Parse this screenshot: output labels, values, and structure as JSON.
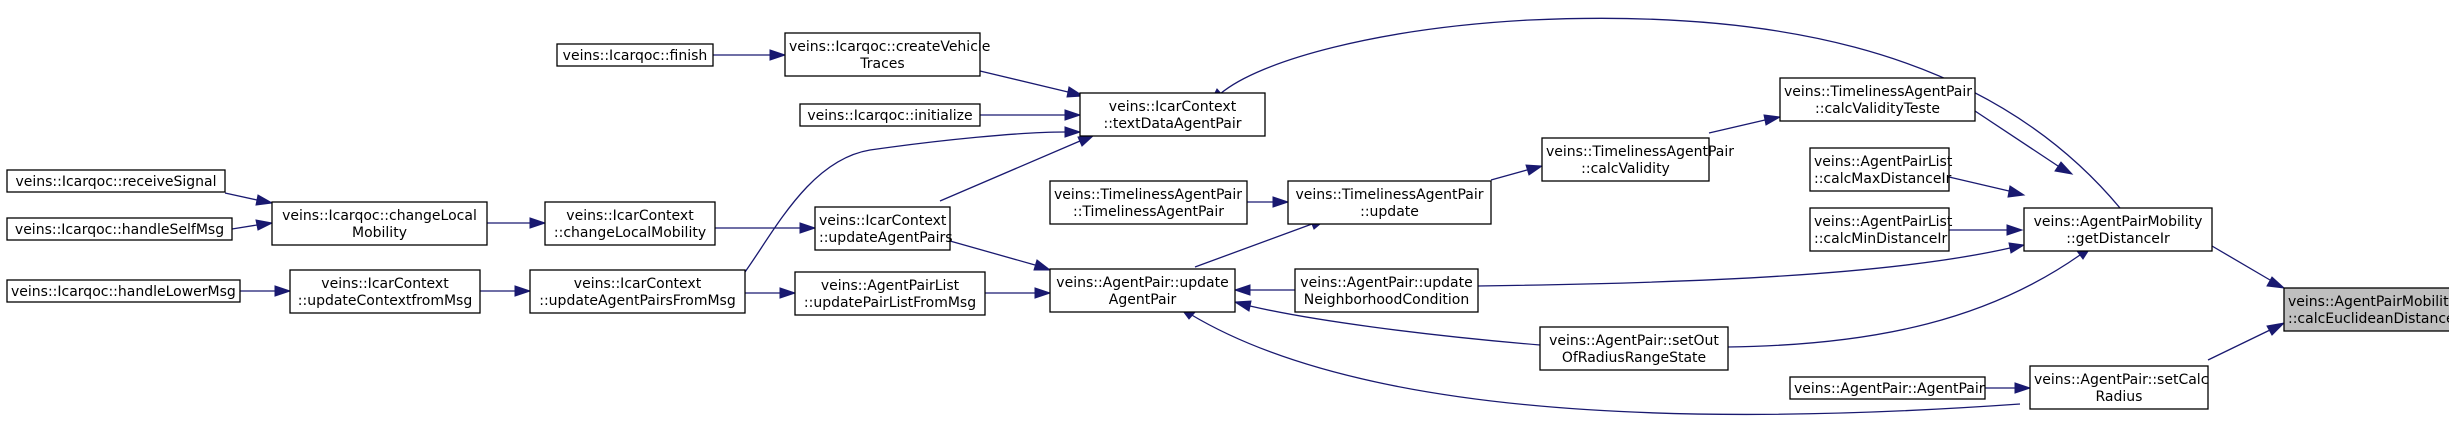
{
  "diagram": {
    "type": "call-graph",
    "colors": {
      "edge": "#191970",
      "node_border": "#000000",
      "node_fill": "#ffffff",
      "target_fill": "#bfbfbf"
    },
    "nodes": [
      {
        "id": "target",
        "lines": [
          "veins::AgentPairMobility",
          "::calcEuclideanDistanceIr"
        ],
        "target": true
      },
      {
        "id": "getDistance",
        "lines": [
          "veins::AgentPairMobility",
          "::getDistanceIr"
        ]
      },
      {
        "id": "setCalcRadius",
        "lines": [
          "veins::AgentPair::setCalc",
          "Radius"
        ]
      },
      {
        "id": "calcValidityTeste",
        "lines": [
          "veins::TimelinessAgentPair",
          "::calcValidityTeste"
        ]
      },
      {
        "id": "calcMax",
        "lines": [
          "veins::AgentPairList",
          "::calcMaxDistanceIr"
        ]
      },
      {
        "id": "calcMin",
        "lines": [
          "veins::AgentPairList",
          "::calcMinDistanceIr"
        ]
      },
      {
        "id": "agentPairCtor",
        "lines": [
          "veins::AgentPair::AgentPair"
        ]
      },
      {
        "id": "calcValidity",
        "lines": [
          "veins::TimelinessAgentPair",
          "::calcValidity"
        ]
      },
      {
        "id": "setOut",
        "lines": [
          "veins::AgentPair::setOut",
          "OfRadiusRangeState"
        ]
      },
      {
        "id": "tlUpdate",
        "lines": [
          "veins::TimelinessAgentPair",
          "::update"
        ]
      },
      {
        "id": "updNeighborhood",
        "lines": [
          "veins::AgentPair::update",
          "NeighborhoodCondition"
        ]
      },
      {
        "id": "tlCtor",
        "lines": [
          "veins::TimelinessAgentPair",
          "::TimelinessAgentPair"
        ]
      },
      {
        "id": "updAgentPair",
        "lines": [
          "veins::AgentPair::update",
          "AgentPair"
        ]
      },
      {
        "id": "textData",
        "lines": [
          "veins::IcarContext",
          "::textDataAgentPair"
        ]
      },
      {
        "id": "updAgentPairs",
        "lines": [
          "veins::IcarContext",
          "::updateAgentPairs"
        ]
      },
      {
        "id": "updPairList",
        "lines": [
          "veins::AgentPairList",
          "::updatePairListFromMsg"
        ]
      },
      {
        "id": "createTraces",
        "lines": [
          "veins::Icarqoc::createVehicle",
          "Traces"
        ]
      },
      {
        "id": "initialize",
        "lines": [
          "veins::Icarqoc::initialize"
        ]
      },
      {
        "id": "finish",
        "lines": [
          "veins::Icarqoc::finish"
        ]
      },
      {
        "id": "ctxChangeLocal",
        "lines": [
          "veins::IcarContext",
          "::changeLocalMobility"
        ]
      },
      {
        "id": "ctxUpdFromMsg",
        "lines": [
          "veins::IcarContext",
          "::updateAgentPairsFromMsg"
        ]
      },
      {
        "id": "qocChangeLocal",
        "lines": [
          "veins::Icarqoc::changeLocal",
          "Mobility"
        ]
      },
      {
        "id": "contextFromMsg",
        "lines": [
          "veins::IcarContext",
          "::updateContextfromMsg"
        ]
      },
      {
        "id": "receiveSignal",
        "lines": [
          "veins::Icarqoc::receiveSignal"
        ]
      },
      {
        "id": "handleSelf",
        "lines": [
          "veins::Icarqoc::handleSelfMsg"
        ]
      },
      {
        "id": "handleLower",
        "lines": [
          "veins::Icarqoc::handleLowerMsg"
        ]
      }
    ]
  }
}
